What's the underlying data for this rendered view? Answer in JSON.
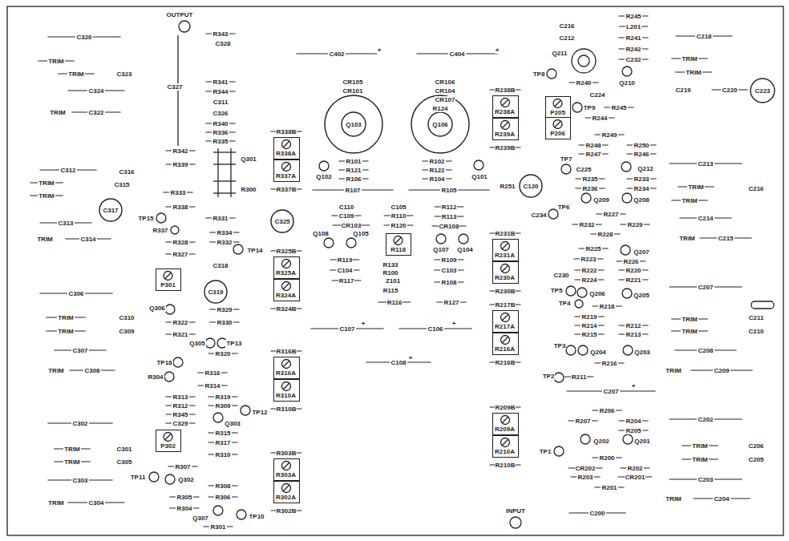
{
  "diagram": {
    "nodes": [
      {
        "text": [
          "P301"
        ]
      },
      {
        "text": [
          "P302"
        ]
      },
      {
        "text": [
          "C317"
        ]
      },
      {
        "text": [
          "C319"
        ]
      },
      {
        "text": [
          "C325"
        ]
      },
      {
        "text": [
          "R338A"
        ]
      },
      {
        "text": [
          "R337A"
        ]
      },
      {
        "text": [
          "R325A"
        ]
      },
      {
        "text": [
          "R324A"
        ]
      },
      {
        "text": [
          "R316A"
        ]
      },
      {
        "text": [
          "R310A"
        ]
      },
      {
        "text": [
          "R303A"
        ]
      },
      {
        "text": [
          "R302A"
        ]
      },
      {
        "text": [
          "Q103"
        ]
      },
      {
        "text": [
          "Q106"
        ]
      },
      {
        "text": [
          "R118"
        ]
      },
      {
        "text": [
          "R238A"
        ]
      },
      {
        "text": [
          "R239A"
        ]
      },
      {
        "text": [
          "P205"
        ]
      },
      {
        "text": [
          "P206"
        ]
      },
      {
        "text": [
          "C120"
        ]
      },
      {
        "text": [
          "R231A"
        ]
      },
      {
        "text": [
          "R230A"
        ]
      },
      {
        "text": [
          "R217A"
        ]
      },
      {
        "text": [
          "R216A"
        ]
      },
      {
        "text": [
          "R209A"
        ]
      },
      {
        "text": [
          "R210A"
        ]
      },
      {
        "text": [
          "C223"
        ]
      }
    ],
    "labels": [
      "C320",
      "TRIM",
      "TRIM",
      "C323",
      "C324",
      "TRIM",
      "C322",
      "C312",
      "C316",
      "TRIM",
      "C315",
      "TRIM",
      "C313",
      "TRIM",
      "C314",
      "C306",
      "TRIM",
      "C310",
      "TRIM",
      "C309",
      "C307",
      "TRIM",
      "C308",
      "C302",
      "TRIM",
      "C301",
      "TRIM",
      "C305",
      "C303",
      "TRIM",
      "C304",
      "OUTPUT",
      "R343",
      "C328",
      "C327",
      "R341",
      "R344",
      "C311",
      "C326",
      "R340",
      "R336",
      "R335",
      "R342",
      "R339",
      "Q301",
      "R300",
      "R333",
      "R338",
      "R331",
      "TP15",
      "R337",
      "R334",
      "R332",
      "TP14",
      "R328",
      "R327",
      "C318",
      "Q306",
      "R329",
      "R322",
      "R330",
      "R321",
      "Q305",
      "TP13",
      "R320",
      "TP18",
      "R316",
      "R304",
      "R314",
      "R313",
      "R319",
      "R312",
      "R309",
      "R345",
      "Q303",
      "TP12",
      "C329",
      "R315",
      "R317",
      "R310",
      "R307",
      "TP11",
      "Q302",
      "R308",
      "R305",
      "R306",
      "R304",
      "Q307",
      "TP10",
      "R301",
      "R338B",
      "R337B",
      "R325B",
      "R324B",
      "R316B",
      "R310B",
      "R303B",
      "R302B",
      "C402",
      "+",
      "C404",
      "+",
      "CR105",
      "CR101",
      "CR106",
      "CR104",
      "CR107",
      "R124",
      "Q102",
      "Q101",
      "R101",
      "R121",
      "R106",
      "R102",
      "R122",
      "R104",
      "R107",
      "R105",
      "C110",
      "C109",
      "CR103",
      "C105",
      "R110",
      "R120",
      "R112",
      "R113",
      "CR108",
      "Q108",
      "Q105",
      "Q107",
      "Q104",
      "R119",
      "R109",
      "C104",
      "C103",
      "R117",
      "R108",
      "R133",
      "R100",
      "Z101",
      "R115",
      "R116",
      "R127",
      "C107",
      "+",
      "C106",
      "+",
      "C108",
      "+",
      "C216",
      "C212",
      "Q211",
      "TP8",
      "R240",
      "Q210",
      "R245",
      "L201",
      "R241",
      "R242",
      "C232",
      "R238B",
      "C224",
      "TP9",
      "R245",
      "R244",
      "R249",
      "R248",
      "R250",
      "R247",
      "R246",
      "R239B",
      "TP7",
      "C225",
      "Q212",
      "R235",
      "R233",
      "R236",
      "R234",
      "Q209",
      "Q208",
      "R251",
      "TP6",
      "C234",
      "R227",
      "R232",
      "R229",
      "R228",
      "R231B",
      "R225",
      "Q207",
      "R223",
      "R226",
      "R222",
      "R220",
      "R224",
      "R221",
      "C230",
      "TP5",
      "Q206",
      "Q205",
      "R230B",
      "TP4",
      "R218",
      "R219",
      "R214",
      "R212",
      "R215",
      "R213",
      "R217B",
      "TP3",
      "Q204",
      "Q203",
      "R216B",
      "R216",
      "TP2",
      "R211",
      "C207",
      "+",
      "R209B",
      "R206",
      "R207",
      "R204",
      "R205",
      "Q202",
      "Q201",
      "R210B",
      "TP1",
      "R200",
      "CR202",
      "R202",
      "R203",
      "CR201",
      "R201",
      "INPUT",
      "C200",
      "C218",
      "TRIM",
      "TRIM",
      "C219",
      "C220",
      "C213",
      "TRIM",
      "C216",
      "TRIM",
      "C214",
      "TRIM",
      "C215",
      "C207",
      "C211",
      "TRIM",
      "TRIM",
      "C210",
      "C208",
      "TRIM",
      "C209",
      "C202",
      "TRIM",
      "C206",
      "TRIM",
      "C205",
      "C203",
      "TRIM",
      "C204"
    ]
  }
}
